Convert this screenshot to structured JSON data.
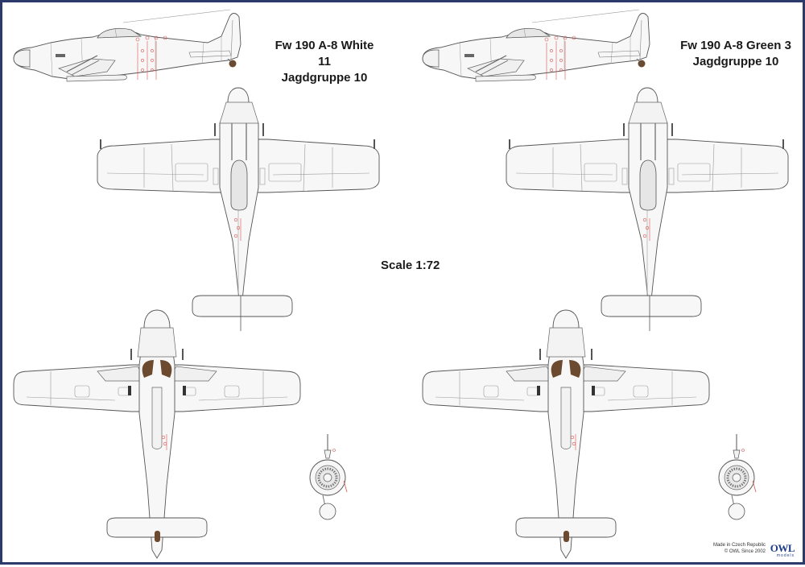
{
  "variants": [
    {
      "title": "Fw 190 A-8 White 11",
      "unit": "Jagdgruppe 10"
    },
    {
      "title": "Fw 190 A-8 Green 3",
      "unit": "Jagdgruppe 10"
    }
  ],
  "scale": "Scale 1:72",
  "footer": {
    "line1": "Made in Czech Republic",
    "line2": "© OWL Since 2002",
    "logo": "OWL",
    "logo_sub": "models"
  },
  "colors": {
    "border": "#2b3a6b",
    "outline": "#555555",
    "panel": "#a9a9a9",
    "surface": "#f7f7f7",
    "canopy": "#e6e6e6",
    "wheel_brown": "#6b4a2f",
    "stencil_red": "#d9534f"
  }
}
